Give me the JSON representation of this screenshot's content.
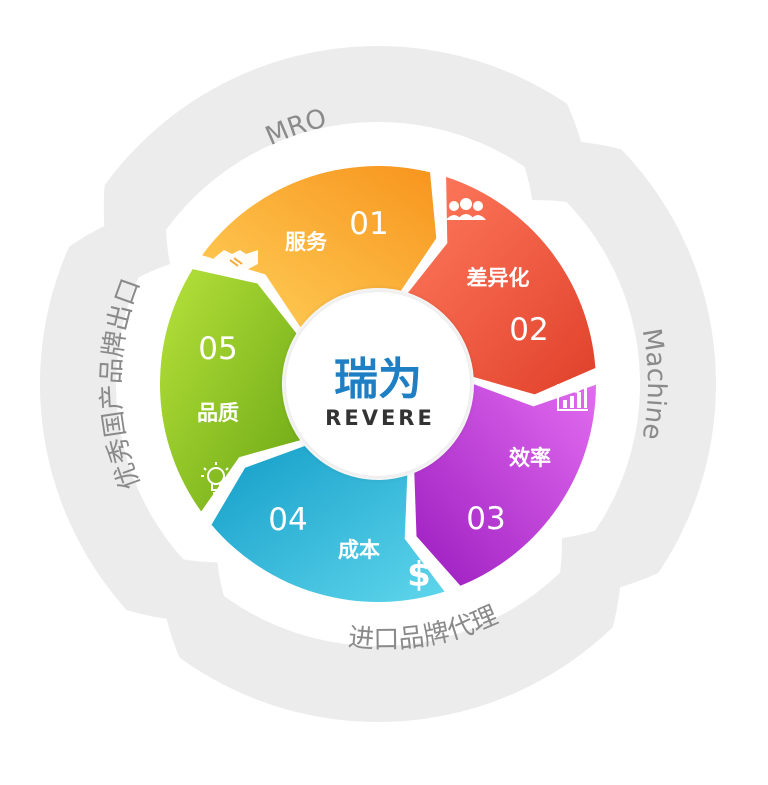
{
  "outer": {
    "top_label": "MRO",
    "right_label": "Machine",
    "bottom_label": "进口品牌代理",
    "left_label": "优秀国产品牌出口",
    "ring_color": "#ececec"
  },
  "center": {
    "brand_cn": "瑞为",
    "brand_en": "REVERE",
    "cn_color": "#1e7fc5",
    "en_color": "#333333"
  },
  "segments": [
    {
      "number": "01",
      "label": "服务",
      "icon": "handshake-icon",
      "color_light": "#ffd15a",
      "color_dark": "#f7941d"
    },
    {
      "number": "02",
      "label": "差异化",
      "icon": "users-icon",
      "color_light": "#ff7b5e",
      "color_dark": "#e0402a"
    },
    {
      "number": "03",
      "label": "效率",
      "icon": "bar-chart-icon",
      "color_light": "#e26cf0",
      "color_dark": "#9b1cbf"
    },
    {
      "number": "04",
      "label": "成本",
      "icon": "dollar-icon",
      "color_light": "#5fd6ec",
      "color_dark": "#139dc8"
    },
    {
      "number": "05",
      "label": "品质",
      "icon": "lightbulb-icon",
      "color_light": "#b7e23b",
      "color_dark": "#6aa714"
    }
  ]
}
